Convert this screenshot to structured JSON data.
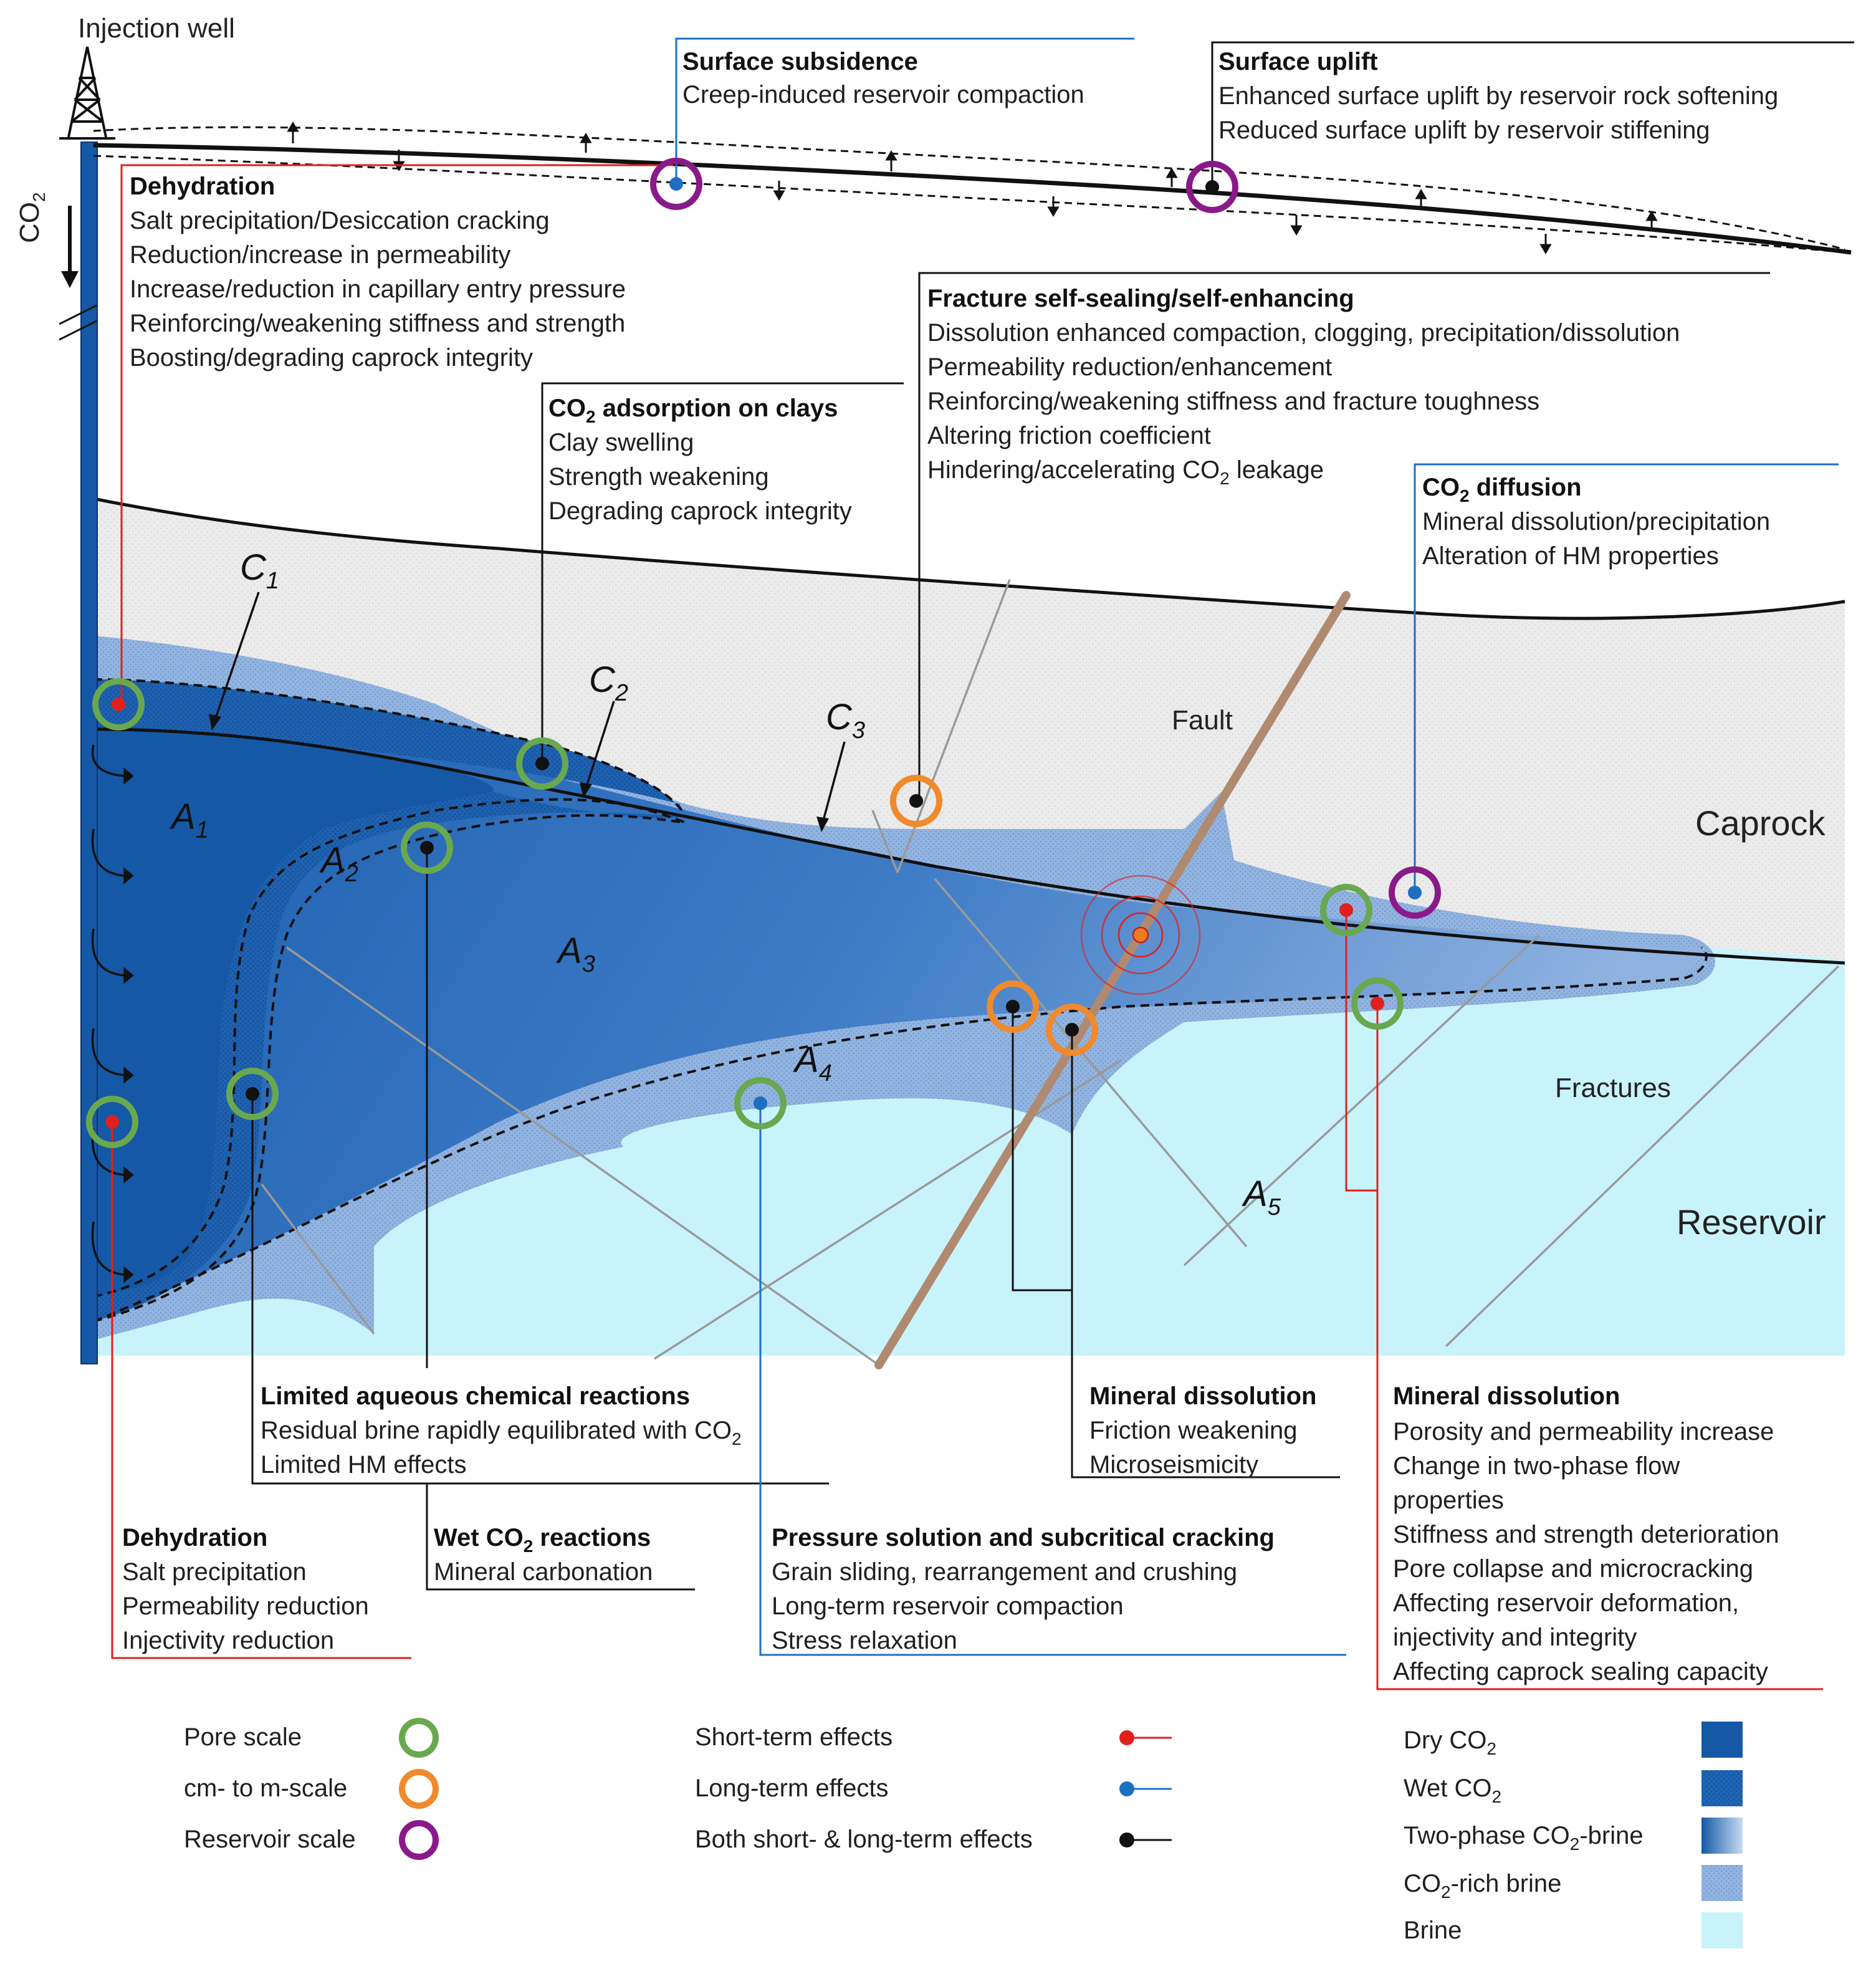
{
  "well": {
    "label": "Injection well",
    "co2": "CO",
    "co2_sub": "2"
  },
  "layers": {
    "caprock": "Caprock",
    "reservoir": "Reservoir",
    "fault": "Fault",
    "fractures": "Fractures"
  },
  "zones": {
    "c1": "C",
    "c1_sub": "1",
    "c2": "C",
    "c2_sub": "2",
    "c3": "C",
    "c3_sub": "3",
    "a1": "A",
    "a1_sub": "1",
    "a2": "A",
    "a2_sub": "2",
    "a3": "A",
    "a3_sub": "3",
    "a4": "A",
    "a4_sub": "4",
    "a5": "A",
    "a5_sub": "5"
  },
  "boxes": {
    "surface_subsidence": {
      "title": "Surface subsidence",
      "lines": [
        "Creep-induced reservoir compaction"
      ]
    },
    "surface_uplift": {
      "title": "Surface uplift",
      "lines": [
        "Enhanced surface uplift by reservoir rock softening",
        "Reduced surface uplift by reservoir stiffening"
      ]
    },
    "dehydration_top": {
      "title": "Dehydration",
      "lines": [
        "Salt precipitation/Desiccation cracking",
        "Reduction/increase in permeability",
        "Increase/reduction in capillary entry pressure",
        "Reinforcing/weakening stiffness and strength",
        "Boosting/degrading caprock integrity"
      ]
    },
    "adsorption": {
      "title_a": "CO",
      "title_sub": "2",
      "title_b": " adsorption on clays",
      "lines": [
        "Clay swelling",
        "Strength weakening",
        "Degrading caprock integrity"
      ]
    },
    "fracture": {
      "title": "Fracture self-sealing/self-enhancing",
      "lines": [
        "Dissolution enhanced compaction, clogging, precipitation/dissolution",
        "Permeability reduction/enhancement",
        "Reinforcing/weakening stiffness and fracture toughness",
        "Altering friction coefficient"
      ],
      "last_a": "Hindering/accelerating CO",
      "last_sub": "2",
      "last_b": " leakage"
    },
    "diffusion": {
      "title_a": "CO",
      "title_sub": "2",
      "title_b": " diffusion",
      "lines": [
        "Mineral dissolution/precipitation",
        "Alteration of HM properties"
      ]
    },
    "limited": {
      "title": "Limited aqueous chemical reactions",
      "line1_a": "Residual brine rapidly equilibrated with CO",
      "line1_sub": "2",
      "line2": "Limited HM effects"
    },
    "mineral_mid": {
      "title": "Mineral dissolution",
      "lines": [
        "Friction weakening",
        "Microseismicity"
      ]
    },
    "mineral_right": {
      "title": "Mineral dissolution",
      "lines": [
        "Porosity and permeability increase",
        "Change in two-phase flow",
        "properties",
        "Stiffness and strength deterioration",
        "Pore collapse and microcracking",
        "Affecting reservoir deformation,",
        "injectivity and integrity",
        "Affecting caprock sealing capacity"
      ]
    },
    "dehydration_bottom": {
      "title": "Dehydration",
      "lines": [
        "Salt precipitation",
        "Permeability reduction",
        "Injectivity reduction"
      ]
    },
    "wet": {
      "title_a": "Wet CO",
      "title_sub": "2",
      "title_b": " reactions",
      "lines": [
        "Mineral carbonation"
      ]
    },
    "pressure": {
      "title": "Pressure solution and subcritical cracking",
      "lines": [
        "Grain sliding, rearrangement and crushing",
        "Long-term reservoir compaction",
        "Stress relaxation"
      ]
    }
  },
  "legend": {
    "scales": [
      {
        "label": "Pore scale",
        "color": "#6aa84f"
      },
      {
        "label": "cm- to m-scale",
        "color": "#f08a2c"
      },
      {
        "label": "Reservoir scale",
        "color": "#8a1a8a"
      }
    ],
    "effects": [
      {
        "label": "Short-term effects",
        "color": "#e0201c"
      },
      {
        "label": "Long-term effects",
        "color": "#1f6fc0"
      },
      {
        "label": "Both short- & long-term effects",
        "color": "#111111"
      }
    ],
    "phases": [
      {
        "label_a": "Dry CO",
        "label_sub": "2",
        "label_b": "",
        "color": "#1558a6"
      },
      {
        "label_a": "Wet CO",
        "label_sub": "2",
        "label_b": "",
        "color": "#1e66b6"
      },
      {
        "label_a": "Two-phase CO",
        "label_sub": "2",
        "label_b": "-brine",
        "color": "#5a8fd0"
      },
      {
        "label_a": "CO",
        "label_sub": "2",
        "label_b": "-rich brine",
        "color": "#8fb2e0"
      },
      {
        "label_a": "Brine",
        "label_sub": "",
        "label_b": "",
        "color": "#c9f3fb"
      }
    ]
  },
  "colors": {
    "caprock": "#ebebeb",
    "brine": "#c9f3fb",
    "dry_co2": "#1558a6",
    "rich_brine": "#92b4e1",
    "fault": "#b08a70"
  }
}
